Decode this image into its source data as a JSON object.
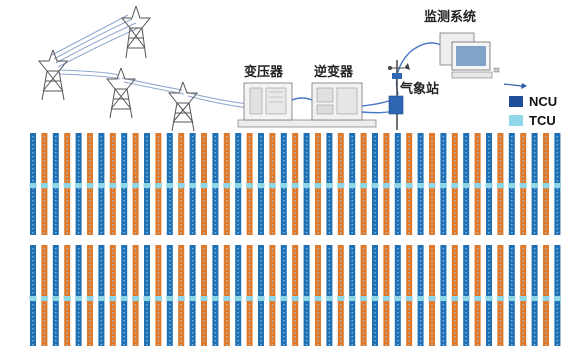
{
  "labels": {
    "monitoring_system": "监测系统",
    "transformer": "变压器",
    "inverter": "逆变器",
    "weather_station": "气象站"
  },
  "legend": [
    {
      "label": "NCU",
      "color": "#1f4e9a"
    },
    {
      "label": "TCU",
      "color": "#8fd6e6"
    }
  ],
  "colors": {
    "panel_blue": "#1f6fb5",
    "panel_orange": "#e07a2a",
    "panel_dot": "#9fc9e8",
    "ncu": "#1f4e9a",
    "tcu": "#8fd6e6",
    "cable": "#4a78c8",
    "power_line": "#8fa6cf"
  },
  "icons": [
    "transmission-tower-icon",
    "transformer-icon",
    "inverter-icon",
    "weather-station-icon",
    "computer-icon"
  ]
}
